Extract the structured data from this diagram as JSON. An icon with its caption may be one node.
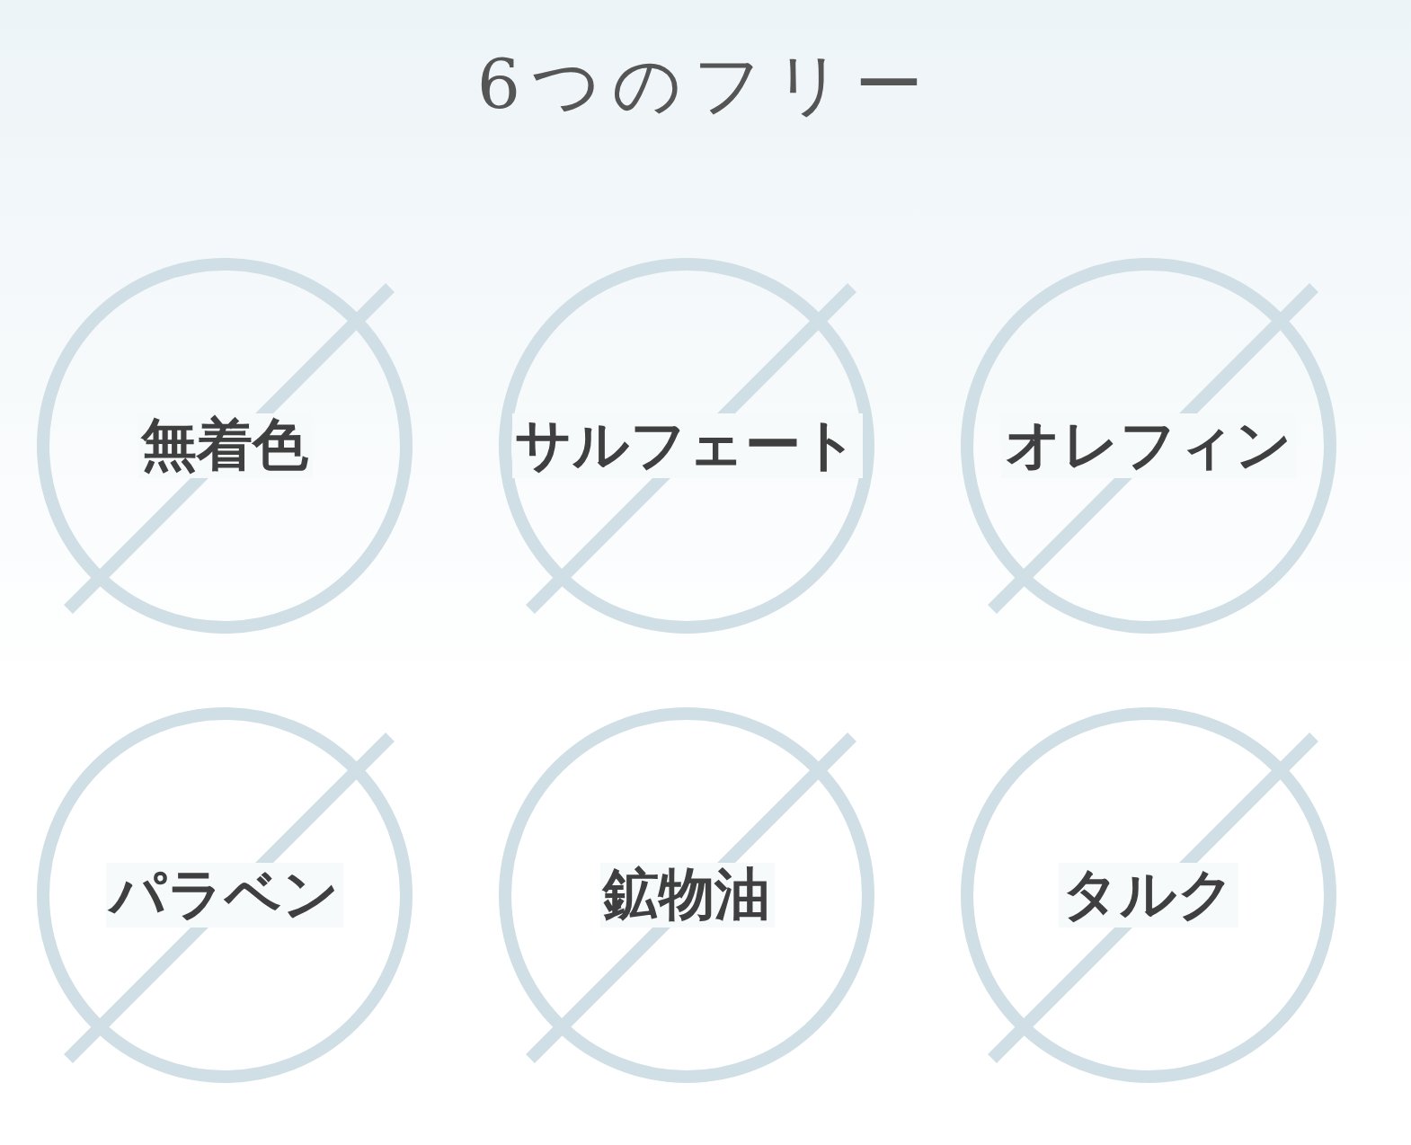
{
  "diagram": {
    "title": "6つのフリー",
    "nodes": [
      {
        "text": [
          "無着色"
        ]
      },
      {
        "text": [
          "サルフェート"
        ]
      },
      {
        "text": [
          "オレフィン"
        ]
      },
      {
        "text": [
          "パラベン"
        ]
      },
      {
        "text": [
          "鉱物油"
        ]
      },
      {
        "text": [
          "タルク"
        ]
      }
    ]
  }
}
